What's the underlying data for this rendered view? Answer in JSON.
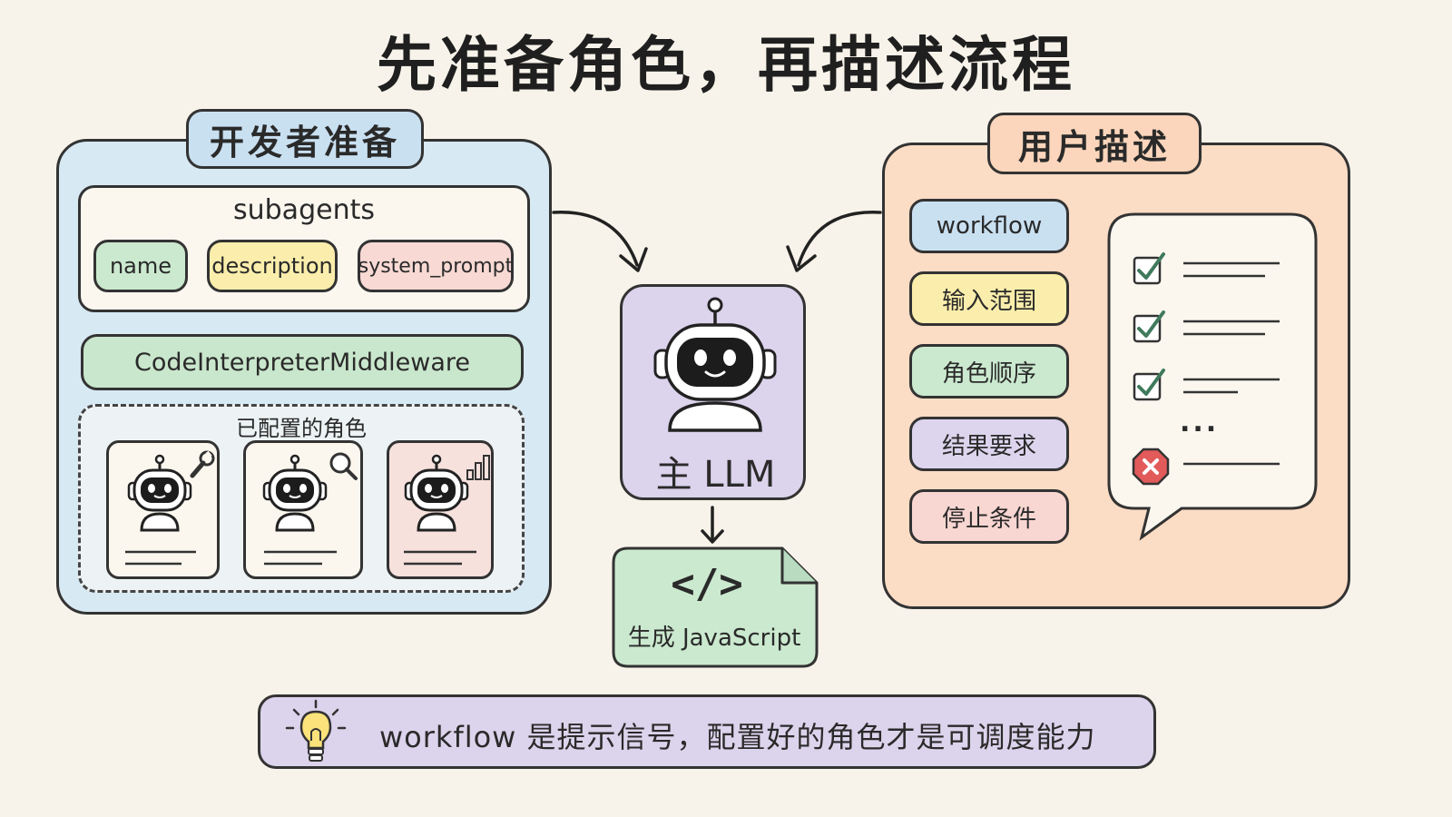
{
  "title": "先准备角色，再描述流程",
  "developer": {
    "tab_label": "开发者准备",
    "subagents_title": "subagents",
    "fields": [
      "name",
      "description",
      "system_prompt"
    ],
    "middleware": "CodeInterpreterMiddleware",
    "configured_title": "已配置的角色",
    "role_badges": [
      "wrench-icon",
      "magnifier-icon",
      "bar-chart-icon"
    ]
  },
  "center": {
    "llm_label": "主 LLM",
    "code_symbol": "</>",
    "output_label": "生成 JavaScript"
  },
  "user": {
    "tab_label": "用户描述",
    "items": [
      "workflow",
      "输入范围",
      "角色顺序",
      "结果要求",
      "停止条件"
    ],
    "ellipsis": "..."
  },
  "footer": {
    "text": "workflow 是提示信号，配置好的角色才是可调度能力"
  },
  "colors": {
    "background": "#f8f3ea",
    "blue": "#cfe4f1",
    "green": "#cfe9d3",
    "yellow": "#fbeeb0",
    "pink": "#f8dad6",
    "purple": "#ddd5ee",
    "orange": "#fbdcc4",
    "red": "#e25a5a",
    "check_green": "#3f7a5c"
  }
}
